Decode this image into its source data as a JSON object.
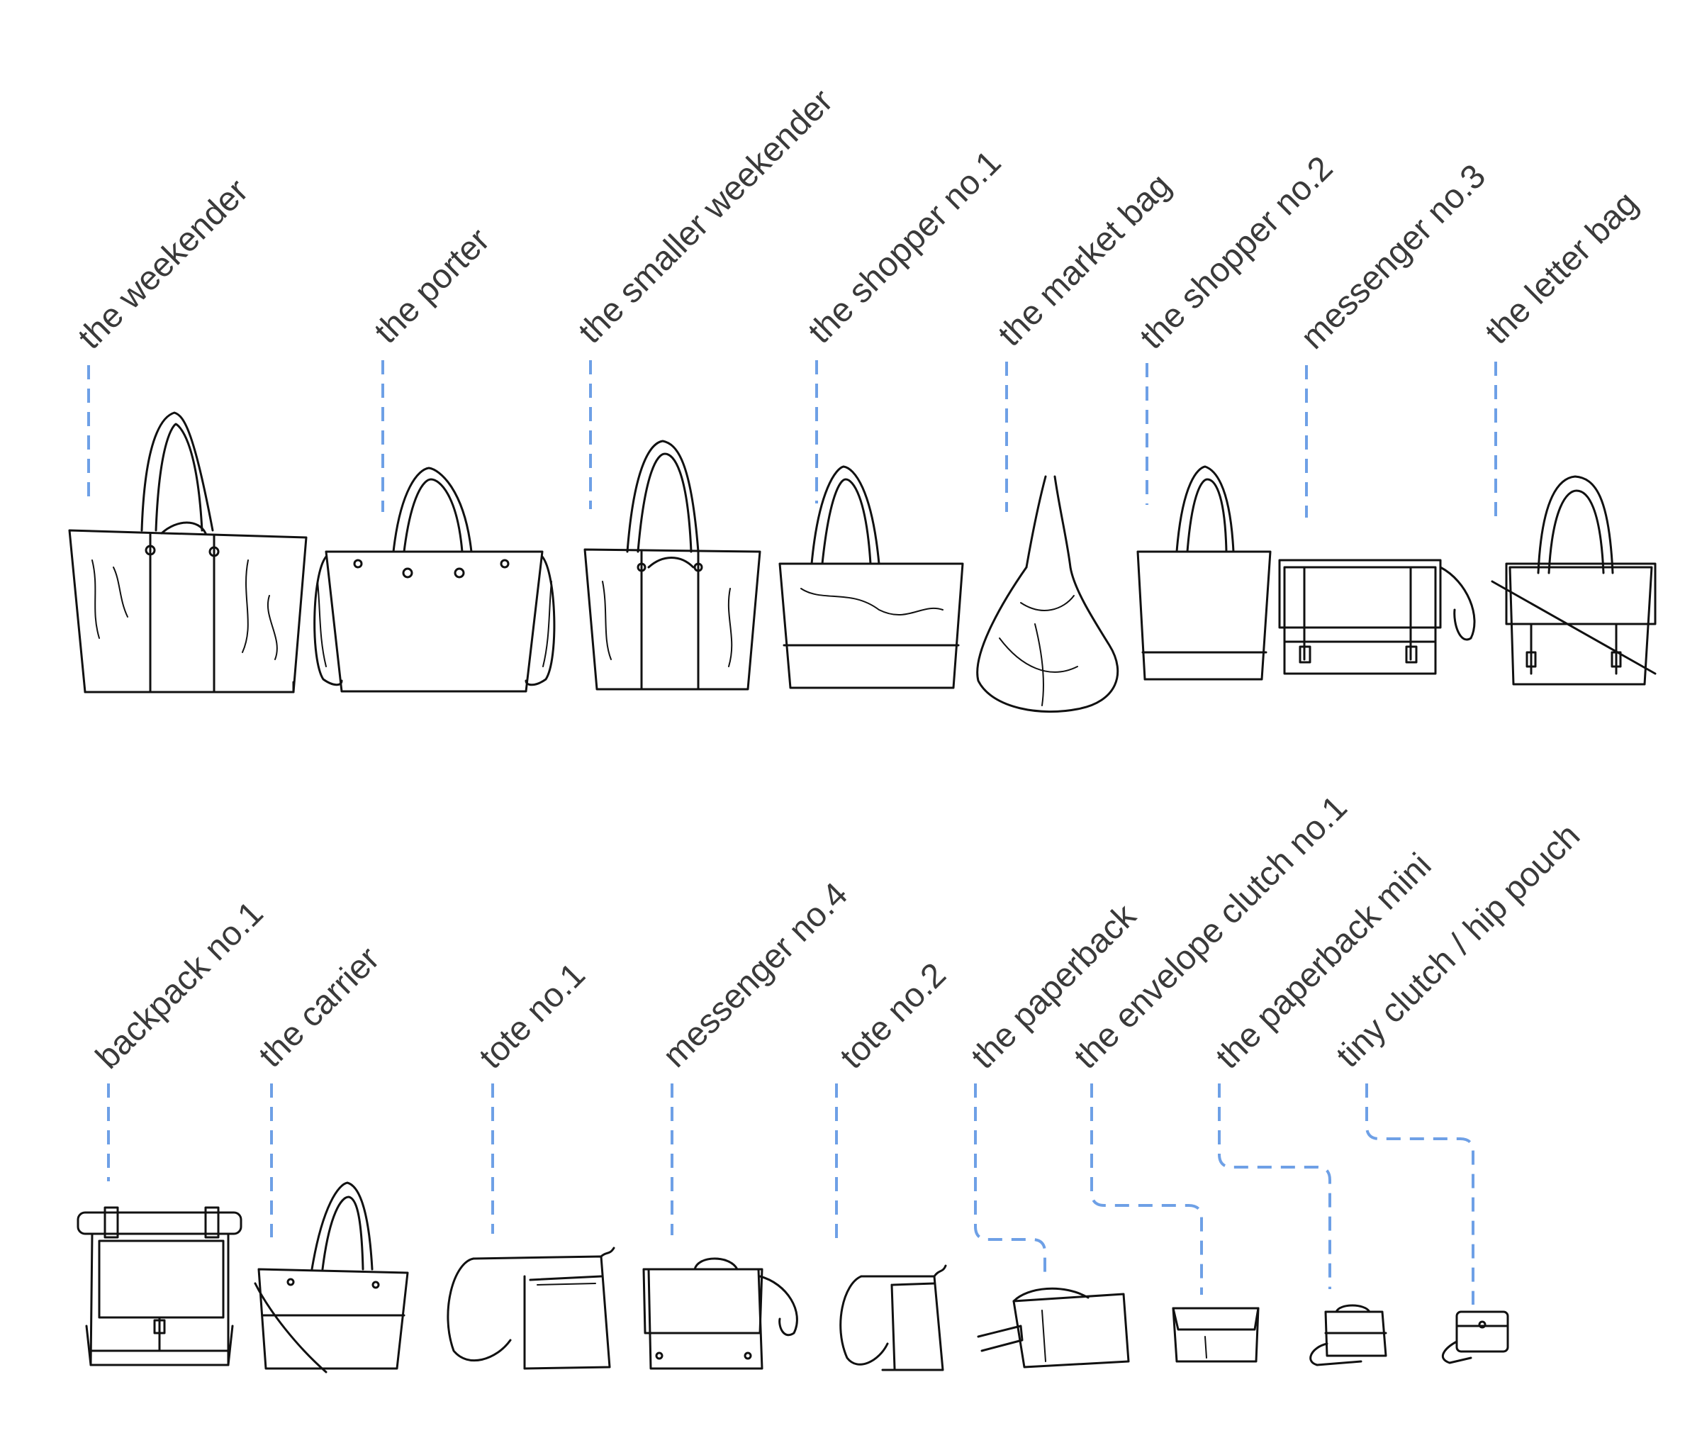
{
  "colors": {
    "leader": "#6ea0e6",
    "ink": "#111111",
    "label": "#3a3a3a",
    "background": "#ffffff"
  },
  "row1": [
    {
      "label": "the weekender",
      "icon": "weekender-bag-icon"
    },
    {
      "label": "the porter",
      "icon": "porter-bag-icon"
    },
    {
      "label": "the smaller weekender",
      "icon": "smaller-weekender-bag-icon"
    },
    {
      "label": "the shopper no.1",
      "icon": "shopper-bag-icon"
    },
    {
      "label": "the market bag",
      "icon": "market-bag-icon"
    },
    {
      "label": "the shopper no.2",
      "icon": "shopper-bag-icon"
    },
    {
      "label": "messenger no.3",
      "icon": "messenger-bag-icon"
    },
    {
      "label": "the letter bag",
      "icon": "letter-bag-icon"
    }
  ],
  "row2": [
    {
      "label": "backpack no.1",
      "icon": "backpack-icon"
    },
    {
      "label": "the carrier",
      "icon": "carrier-bag-icon"
    },
    {
      "label": "tote no.1",
      "icon": "tote-bag-icon"
    },
    {
      "label": "messenger no.4",
      "icon": "messenger-bag-icon"
    },
    {
      "label": "tote no.2",
      "icon": "tote-bag-icon"
    },
    {
      "label": "the paperback",
      "icon": "paperback-bag-icon"
    },
    {
      "label": "the envelope clutch no.1",
      "icon": "envelope-clutch-icon"
    },
    {
      "label": "the paperback mini",
      "icon": "paperback-mini-bag-icon"
    },
    {
      "label": "tiny clutch / hip pouch",
      "icon": "tiny-clutch-icon"
    }
  ]
}
